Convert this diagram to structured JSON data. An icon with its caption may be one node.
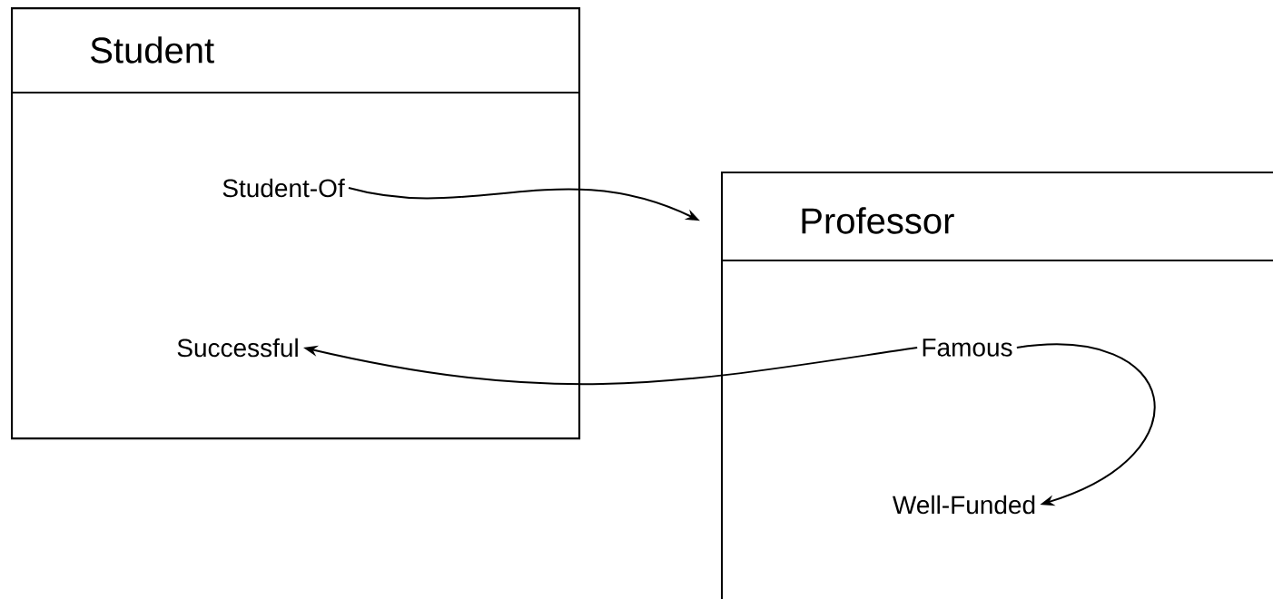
{
  "diagram": {
    "nodes": [
      {
        "text": [
          "Student"
        ]
      },
      {
        "text": [
          "Student-Of"
        ],
        "in": 0
      },
      {
        "text": [
          "Successful"
        ],
        "in": 0
      },
      {
        "text": [
          "Professor"
        ]
      },
      {
        "text": [
          "Famous"
        ],
        "in": 3
      },
      {
        "text": [
          "Well-Funded"
        ],
        "in": 3
      }
    ],
    "edges": [
      {
        "from": 1,
        "to": 3,
        "arrow": "to"
      },
      {
        "from": 4,
        "to": 2,
        "arrow": "to"
      },
      {
        "from": 4,
        "to": 5,
        "arrow": "to"
      }
    ]
  }
}
